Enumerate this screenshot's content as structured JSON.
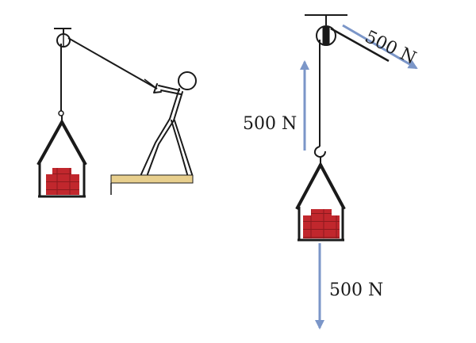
{
  "forces": {
    "pull_label": "500 N",
    "tension_label": "500 N",
    "weight_label": "500 N"
  },
  "colors": {
    "arrow": "#7b96c8",
    "brick": "#c1272d",
    "mortar": "#8c1a1e",
    "platform": "#e8cf8d",
    "ink": "#1a1a1a"
  },
  "icons": {
    "pulley": "pulley-icon",
    "worker": "stick-figure-icon",
    "bricks": "brick-stack-icon"
  }
}
